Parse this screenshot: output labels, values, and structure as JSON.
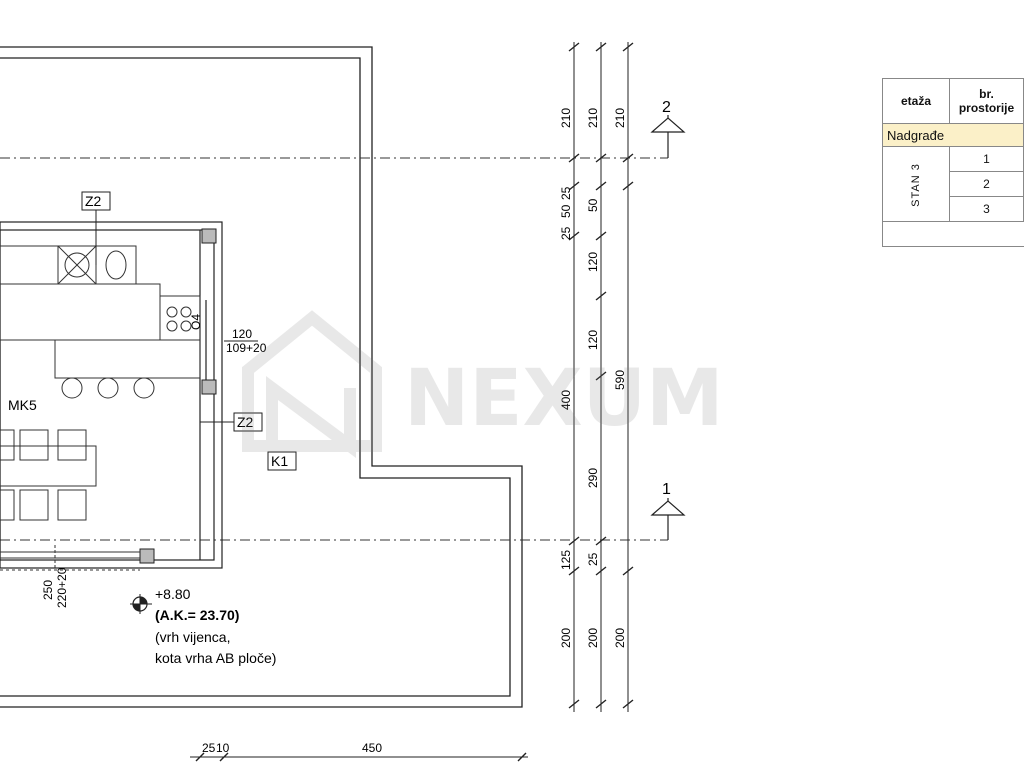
{
  "plan": {
    "tags": {
      "z2_top": "Z2",
      "z2_right": "Z2",
      "mk5": "MK5",
      "k1": "K1",
      "o4": "O4"
    },
    "window": {
      "w_width": "120",
      "w_size": "109+20",
      "door_width": "250",
      "door_size": "220+20"
    },
    "level": {
      "elevation": "+8.80",
      "ak": "(A.K.= 23.70)",
      "note1": "(vrh vijenca,",
      "note2": "kota vrha AB ploče)"
    },
    "section_markers": {
      "s1": "1",
      "s2": "2"
    },
    "dims_col1": [
      "210",
      "25",
      "50",
      "25",
      "400",
      "125",
      "200"
    ],
    "dims_col2": [
      "210",
      "50",
      "120",
      "120",
      "290",
      "25",
      "200"
    ],
    "dims_col3": [
      "210",
      "590",
      "200"
    ],
    "dims_bottom": [
      "25",
      "10",
      "450"
    ],
    "watermark": "NEXUM"
  },
  "table": {
    "header_level": "etaža",
    "header_room": "br. prostorije",
    "section": "Nadgrađe",
    "unit": "STAN 3",
    "rooms": [
      "1",
      "2",
      "3"
    ]
  }
}
